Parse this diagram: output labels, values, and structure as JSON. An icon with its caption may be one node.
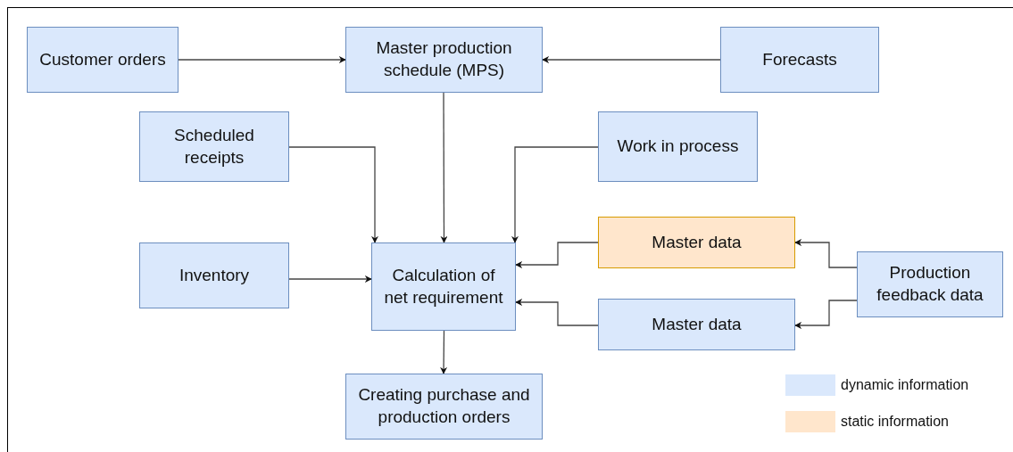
{
  "diagram": {
    "nodes": [
      {
        "text": [
          "Customer orders"
        ]
      },
      {
        "text": [
          "Master production schedule (MPS)"
        ]
      },
      {
        "text": [
          "Forecasts"
        ]
      },
      {
        "text": [
          "Scheduled receipts"
        ]
      },
      {
        "text": [
          "Work in process"
        ]
      },
      {
        "text": [
          "Inventory"
        ]
      },
      {
        "text": [
          "Calculation of net requirement"
        ]
      },
      {
        "text": [
          "Master data"
        ]
      },
      {
        "text": [
          "Production feedback data"
        ]
      },
      {
        "text": [
          "Master data"
        ]
      },
      {
        "text": [
          "Creating purchase and production orders"
        ]
      }
    ],
    "edges": [
      {
        "from": 0,
        "to": 1,
        "arrow": "to"
      },
      {
        "from": 2,
        "to": 1,
        "arrow": "to"
      },
      {
        "from": 1,
        "to": 6,
        "arrow": "to"
      },
      {
        "from": 3,
        "to": 6,
        "arrow": "to"
      },
      {
        "from": 4,
        "to": 6,
        "arrow": "to"
      },
      {
        "from": 5,
        "to": 6,
        "arrow": "to"
      },
      {
        "from": 7,
        "to": 6,
        "arrow": "to"
      },
      {
        "from": 9,
        "to": 6,
        "arrow": "to"
      },
      {
        "from": 8,
        "to": 7,
        "arrow": "to"
      },
      {
        "from": 8,
        "to": 9,
        "arrow": "to"
      },
      {
        "from": 6,
        "to": 10,
        "arrow": "to"
      }
    ],
    "legend": [
      {
        "text": "dynamic information",
        "color": "#dae8fc"
      },
      {
        "text": "static information",
        "color": "#ffe6cc"
      }
    ]
  }
}
